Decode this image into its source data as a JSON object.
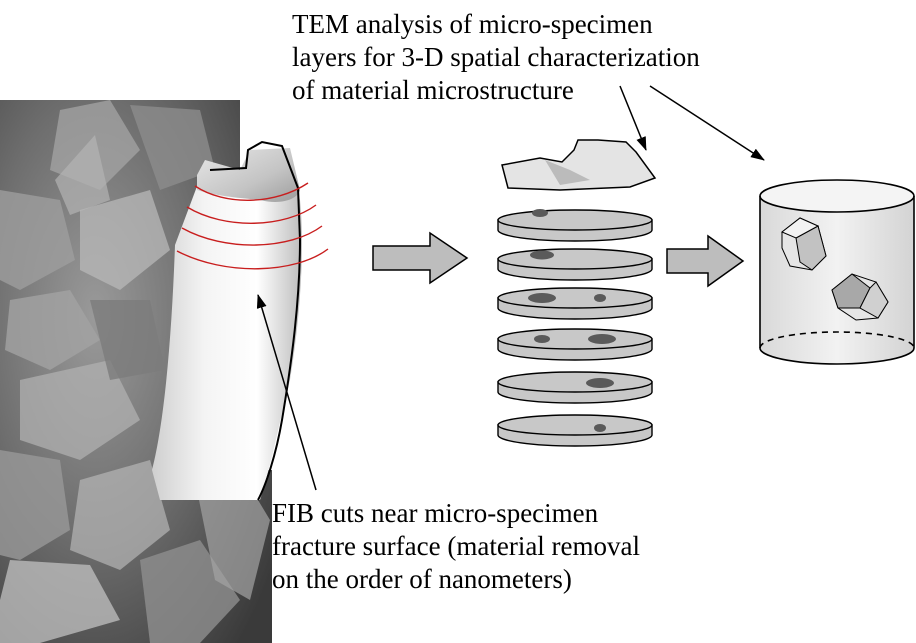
{
  "captions": {
    "tem": [
      "TEM analysis of micro-specimen",
      "layers for 3-D spatial characterization",
      "of material microstructure"
    ],
    "fib": [
      "FIB cuts near micro-specimen",
      "fracture surface (material removal",
      "on the order of nanometers)"
    ]
  },
  "colors": {
    "fib_cut_lines": "#c81e1e",
    "slice_fill": "#c8c8c8",
    "inclusion_fill": "#5a5a5a",
    "arrow_fill": "#bdbdbd"
  },
  "icons": {
    "process_arrow": "block-right-arrow",
    "pointer_arrow": "line-arrow"
  }
}
